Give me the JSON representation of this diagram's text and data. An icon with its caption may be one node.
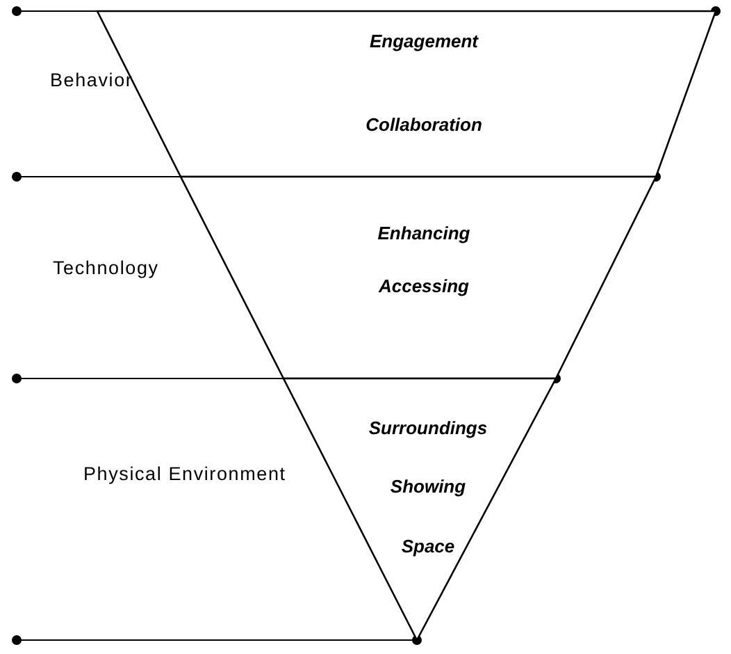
{
  "diagram": {
    "nodes": [
      {
        "text": [
          "Engagement",
          "Collaboration"
        ],
        "beside": [
          "Behavior"
        ]
      },
      {
        "text": [
          "Enhancing",
          "Accessing"
        ],
        "beside": [
          "Technology"
        ]
      },
      {
        "text": [
          "Surroundings",
          "Showing",
          "Space"
        ],
        "beside": [
          "Physical Environment"
        ]
      }
    ]
  }
}
